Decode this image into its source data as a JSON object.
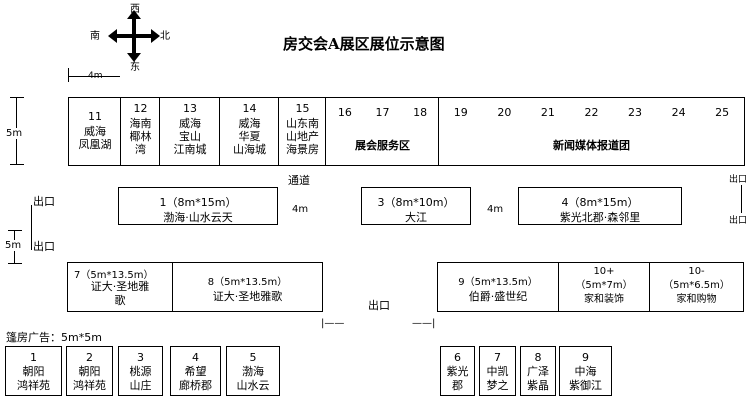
{
  "title": "房交会A展区展位示意图",
  "compass": {
    "top": "西",
    "left": "南",
    "right": "北",
    "bottom": "东"
  },
  "dims": {
    "w4m": "4m",
    "h5m_top": "5m",
    "h5m_bottom": "5m",
    "aisle_left": "4m",
    "aisle_right": "4m"
  },
  "labels": {
    "aisle": "通道",
    "exit_left_top": "出口",
    "exit_left_bottom": "出口",
    "exit_right_top": "出口",
    "exit_right_bottom": "出口",
    "exit_bottom": "出口",
    "billboard": "篷房广告：5m*5m",
    "dash_left": "|——",
    "dash_right": "——|"
  },
  "top_row": [
    {
      "num": "11",
      "name": "威海\n凤凰湖"
    },
    {
      "num": "12",
      "name": "海南\n椰林\n湾"
    },
    {
      "num": "13",
      "name": "威海\n宝山\n江南城"
    },
    {
      "num": "14",
      "name": "威海\n华夏\n山海城"
    },
    {
      "num": "15",
      "name": "山东南\n山地产\n海景房"
    }
  ],
  "service": {
    "nums": [
      "16",
      "17",
      "18"
    ],
    "label": "展会服务区"
  },
  "media": {
    "nums": [
      "19",
      "20",
      "21",
      "22",
      "23",
      "24",
      "25"
    ],
    "label": "新闻媒体报道团"
  },
  "middle_row": [
    {
      "line1": "1（8m*15m）",
      "line2": "渤海·山水云天"
    },
    {
      "line1": "3（8m*10m）",
      "line2": "大江"
    },
    {
      "line1": "4（8m*15m）",
      "line2": "紫光北郡·森邻里"
    }
  ],
  "lower_row": [
    {
      "line1": "7（5m*13.5m）",
      "line2": "证大·圣地雅\n歌"
    },
    {
      "line1": "8（5m*13.5m）",
      "line2": "证大·圣地雅歌"
    },
    {
      "line1": "9（5m*13.5m）",
      "line2": "伯爵·盛世纪"
    },
    {
      "line1": "10+",
      "line2": "（5m*7m）\n家和装饰"
    },
    {
      "line1": "10-",
      "line2": "（5m*6.5m）\n家和购物"
    }
  ],
  "tents": [
    {
      "num": "1",
      "name": "朝阳\n鸿祥苑"
    },
    {
      "num": "2",
      "name": "朝阳\n鸿祥苑"
    },
    {
      "num": "3",
      "name": "桃源\n山庄"
    },
    {
      "num": "4",
      "name": "希望\n廊桥郡"
    },
    {
      "num": "5",
      "name": "渤海\n山水云"
    },
    {
      "num": "6",
      "name": "紫光\n郡"
    },
    {
      "num": "7",
      "name": "中凯\n梦之"
    },
    {
      "num": "8",
      "name": "广泽\n紫晶"
    },
    {
      "num": "9",
      "name": "中海\n紫御江"
    }
  ]
}
